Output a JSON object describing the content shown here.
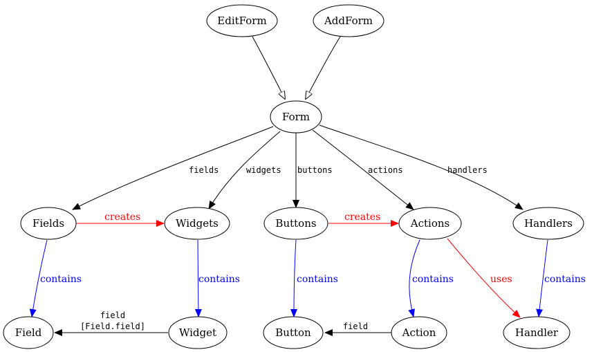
{
  "colors": {
    "black": "#000000",
    "blue": "#0000ff",
    "red": "#ff0000"
  },
  "nodes": {
    "editform": "EditForm",
    "addform": "AddForm",
    "form": "Form",
    "fields": "Fields",
    "widgets": "Widgets",
    "buttons": "Buttons",
    "actions": "Actions",
    "handlers": "Handlers",
    "field": "Field",
    "widget": "Widget",
    "button": "Button",
    "action": "Action",
    "handler": "Handler"
  },
  "edges": {
    "form_fields": "fields",
    "form_widgets": "widgets",
    "form_buttons": "buttons",
    "form_actions": "actions",
    "form_handlers": "handlers",
    "fields_widgets": "creates",
    "buttons_actions": "creates",
    "fields_field": "contains",
    "widgets_widget": "contains",
    "buttons_button": "contains",
    "actions_action": "contains",
    "handlers_handler": "contains",
    "actions_handler": "uses",
    "widget_field_line1": "field",
    "widget_field_line2": "[Field.field]",
    "action_button": "field"
  }
}
